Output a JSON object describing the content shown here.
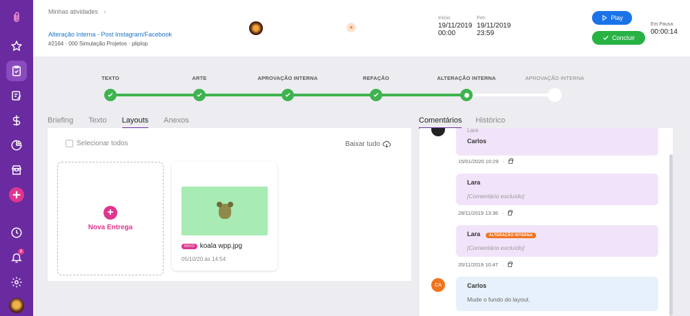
{
  "header": {
    "breadcrumb": "Minhas atividades",
    "task_title": "Alteração Interna - Post Instagram/Facebook",
    "task_meta": "#2164 · 000 Simulação Projetos · pliplop",
    "start_label": "Início:",
    "start_date": "19/11/2019",
    "start_time": "00:00",
    "end_label": "Fim:",
    "end_date": "19/11/2019",
    "end_time": "23:59",
    "play_label": "Play",
    "done_label": "Concluir",
    "pause_label": "Em Pausa",
    "pause_time": "00:00:14"
  },
  "stepper": {
    "steps": [
      {
        "label": "TEXTO",
        "status": "done"
      },
      {
        "label": "ARTE",
        "status": "done"
      },
      {
        "label": "APROVAÇÃO INTERNA",
        "status": "done"
      },
      {
        "label": "REFAÇÃO",
        "status": "done"
      },
      {
        "label": "ALTERAÇÃO INTERNA",
        "status": "current"
      },
      {
        "label": "APROVAÇÃO INTERNA",
        "status": "pending"
      }
    ]
  },
  "tabs_left": [
    "Briefing",
    "Texto",
    "Layouts",
    "Anexos"
  ],
  "tabs_right": [
    "Comentários",
    "Histórico"
  ],
  "layouts": {
    "select_all": "Selecionar todos",
    "download_all": "Baixar tudo",
    "new_delivery": "Nova Entrega",
    "file": {
      "badge": "NOVO",
      "name": "koala wpp.jpg",
      "date": "05/10/20 às 14:54"
    }
  },
  "comments": [
    {
      "author_top": "Lara",
      "author": "Carlos",
      "text": "",
      "date": "15/01/2020 10:29",
      "color": "purple"
    },
    {
      "author": "Lara",
      "text": "[Comentário excluído]",
      "date": "28/11/2019 13:36",
      "color": "purple"
    },
    {
      "author": "Lara",
      "tag": "ALTERAÇÃO INTERNA",
      "text": "[Comentário excluído]",
      "date": "20/11/2019 10:47",
      "color": "purple"
    },
    {
      "author": "Carlos",
      "initials": "CA",
      "text": "Mude o fundo do layout.",
      "color": "blue"
    }
  ],
  "colors": {
    "sidebar": "#6a2aa0",
    "accent_pink": "#e0358f",
    "play_blue": "#1a73e8",
    "done_green": "#28b244",
    "step_green": "#3fb34f",
    "tag_orange": "#f0741e"
  }
}
